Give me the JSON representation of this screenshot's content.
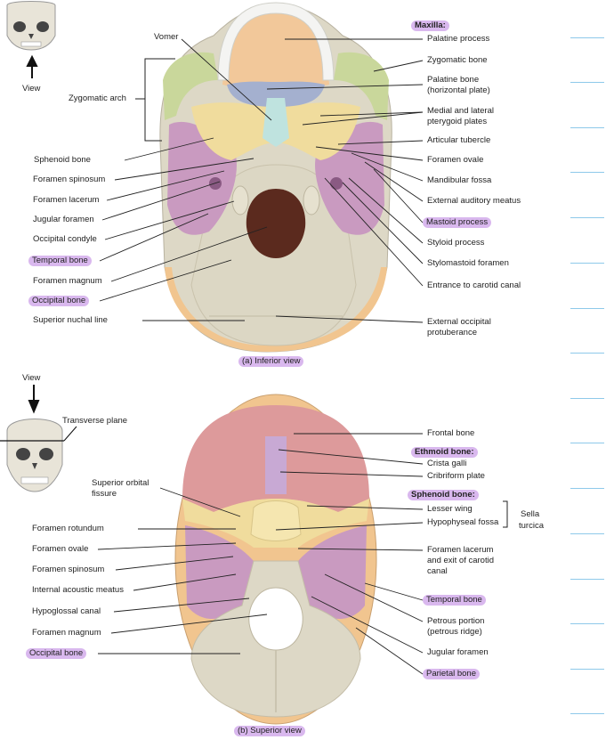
{
  "top": {
    "caption": "(a) Inferior view",
    "view_label": "View",
    "left_labels": [
      {
        "key": "vomer",
        "text": "Vomer"
      },
      {
        "key": "zygomatic_arch",
        "text": "Zygomatic arch"
      },
      {
        "key": "sphenoid_bone",
        "text": "Sphenoid bone"
      },
      {
        "key": "foramen_spinosum",
        "text": "Foramen spinosum"
      },
      {
        "key": "foramen_lacerum",
        "text": "Foramen lacerum"
      },
      {
        "key": "jugular_foramen",
        "text": "Jugular foramen"
      },
      {
        "key": "occipital_condyle",
        "text": "Occipital condyle"
      },
      {
        "key": "temporal_bone",
        "text": "Temporal bone",
        "highlight": true
      },
      {
        "key": "foramen_magnum",
        "text": "Foramen magnum"
      },
      {
        "key": "occipital_bone",
        "text": "Occipital bone",
        "highlight": true
      },
      {
        "key": "superior_nuchal_line",
        "text": "Superior nuchal line"
      }
    ],
    "right_labels": [
      {
        "key": "maxilla",
        "text": "Maxilla:",
        "bold": true,
        "highlight": true
      },
      {
        "key": "palatine_process",
        "text": "Palatine process"
      },
      {
        "key": "zygomatic_bone",
        "text": "Zygomatic bone"
      },
      {
        "key": "palatine_bone",
        "text": "Palatine bone"
      },
      {
        "key": "horizontal_plate",
        "text": "(horizontal plate)"
      },
      {
        "key": "pterygoid_1",
        "text": "Medial and lateral"
      },
      {
        "key": "pterygoid_2",
        "text": "pterygoid plates"
      },
      {
        "key": "articular_tubercle",
        "text": "Articular tubercle"
      },
      {
        "key": "foramen_ovale",
        "text": "Foramen ovale"
      },
      {
        "key": "mandibular_fossa",
        "text": "Mandibular fossa"
      },
      {
        "key": "external_auditory_meatus",
        "text": "External auditory meatus"
      },
      {
        "key": "mastoid_process",
        "text": "Mastoid process",
        "highlight": true
      },
      {
        "key": "styloid_process",
        "text": "Styloid process"
      },
      {
        "key": "stylomastoid_foramen",
        "text": "Stylomastoid  foramen"
      },
      {
        "key": "entrance_carotid",
        "text": "Entrance to carotid canal"
      },
      {
        "key": "ext_occipital_1",
        "text": "External occipital"
      },
      {
        "key": "ext_occipital_2",
        "text": "protuberance"
      }
    ]
  },
  "bottom": {
    "caption": "(b) Superior view",
    "view_label": "View",
    "plane_label": "Transverse plane",
    "left_labels": [
      {
        "key": "sup_orbital_1",
        "text": "Superior orbital"
      },
      {
        "key": "sup_orbital_2",
        "text": "fissure"
      },
      {
        "key": "foramen_rotundum",
        "text": "Foramen rotundum"
      },
      {
        "key": "foramen_ovale",
        "text": "Foramen ovale"
      },
      {
        "key": "foramen_spinosum",
        "text": "Foramen spinosum"
      },
      {
        "key": "internal_acoustic",
        "text": "Internal acoustic meatus"
      },
      {
        "key": "hypoglossal",
        "text": "Hypoglossal canal"
      },
      {
        "key": "foramen_magnum",
        "text": "Foramen magnum"
      },
      {
        "key": "occipital_bone",
        "text": "Occipital bone",
        "highlight": true
      }
    ],
    "right_labels": [
      {
        "key": "frontal_bone",
        "text": "Frontal bone"
      },
      {
        "key": "ethmoid_bone",
        "text": "Ethmoid bone:",
        "bold": true,
        "highlight": true
      },
      {
        "key": "crista_galli",
        "text": "Crista galli"
      },
      {
        "key": "cribriform",
        "text": "Cribriform plate"
      },
      {
        "key": "sphenoid_bone",
        "text": "Sphenoid bone:",
        "bold": true,
        "highlight": true
      },
      {
        "key": "lesser_wing",
        "text": "Lesser wing"
      },
      {
        "key": "hypophyseal",
        "text": "Hypophyseal fossa"
      },
      {
        "key": "sella_1",
        "text": "Sella"
      },
      {
        "key": "sella_2",
        "text": "turcica"
      },
      {
        "key": "lacerum_1",
        "text": "Foramen lacerum"
      },
      {
        "key": "lacerum_2",
        "text": "and exit of carotid"
      },
      {
        "key": "lacerum_3",
        "text": "canal"
      },
      {
        "key": "temporal_bone",
        "text": "Temporal bone",
        "highlight": true
      },
      {
        "key": "petrous_1",
        "text": "Petrous portion"
      },
      {
        "key": "petrous_2",
        "text": "(petrous ridge)"
      },
      {
        "key": "jugular_foramen",
        "text": "Jugular foramen"
      },
      {
        "key": "parietal_bone",
        "text": "Parietal bone",
        "highlight": true
      }
    ]
  },
  "colors": {
    "maxilla": "#f2c89a",
    "zygomatic": "#c9d79b",
    "palatine": "#a4b0cf",
    "vomer": "#bfe3df",
    "sphenoid": "#f0dc9d",
    "temporal": "#c99ac0",
    "occipital": "#ddd8c6",
    "parietal": "#f1c58f",
    "frontal": "#dd9a9b",
    "ethmoid": "#c8a9d4",
    "teeth": "#f4f4f2",
    "magnum": "#5b2a1e",
    "highlight": "#d9b8ee",
    "note_line": "#8ec9ea"
  }
}
